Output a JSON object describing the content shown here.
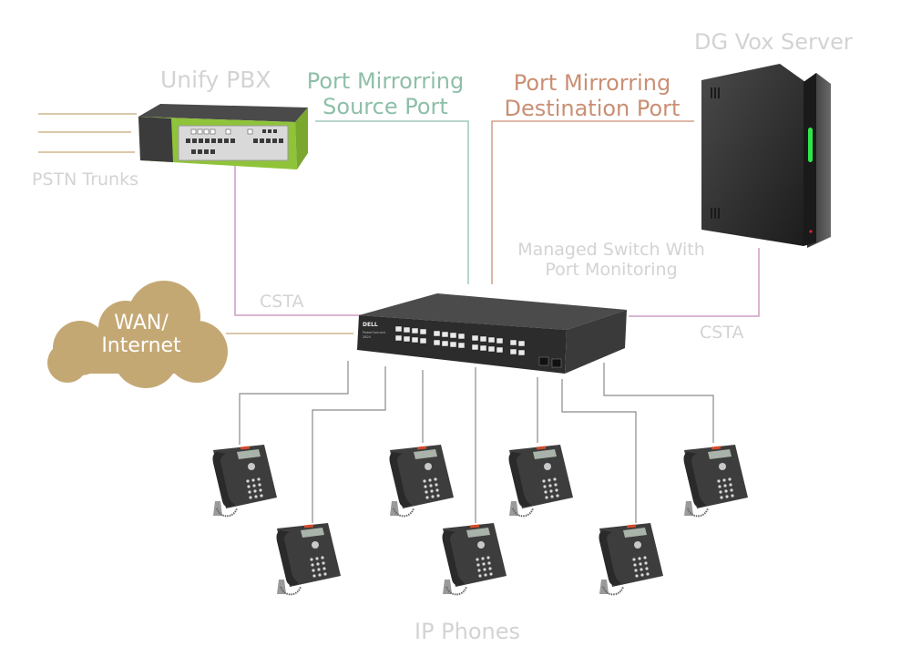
{
  "colors": {
    "label_grey": "#d3d3d3",
    "source_port": "#8ebfa8",
    "destination_port": "#c98f74",
    "csta_line": "#c58cb8",
    "wan_line": "#c4a874",
    "phone_line": "#8a8a8a",
    "cloud": "#c4a874",
    "pbx_green": "#8fc33a",
    "server_led": "#2ee84a"
  },
  "labels": {
    "pbx": "Unify PBX",
    "source_port": [
      "Port Mirrorring",
      "Source Port"
    ],
    "destination_port": [
      "Port Mirrorring",
      "Destination Port"
    ],
    "server": "DG Vox Server",
    "pstn": "PSTN Trunks",
    "switch": [
      "Managed Switch With",
      "Port Monitoring"
    ],
    "csta_left": "CSTA",
    "csta_right": "CSTA",
    "cloud": [
      "WAN/",
      "Internet"
    ],
    "phones": "IP Phones"
  },
  "devices": {
    "switch_brand": "DELL",
    "switch_model": [
      "PowerConnect",
      "2824"
    ]
  },
  "phones": [
    {
      "id": "phone-1"
    },
    {
      "id": "phone-2"
    },
    {
      "id": "phone-3"
    },
    {
      "id": "phone-4"
    },
    {
      "id": "phone-5"
    },
    {
      "id": "phone-6"
    },
    {
      "id": "phone-7"
    }
  ]
}
